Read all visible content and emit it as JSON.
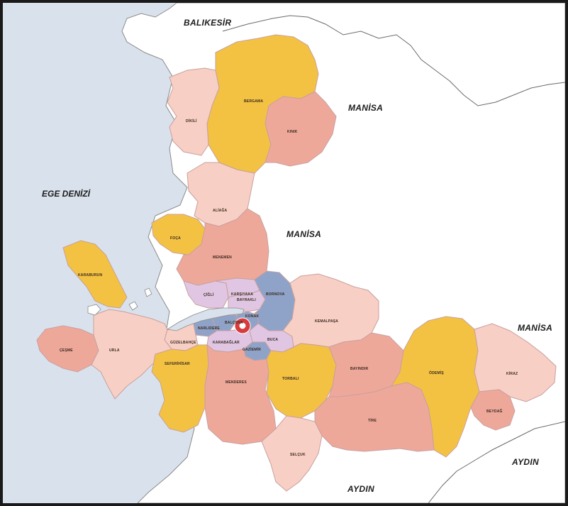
{
  "map": {
    "sea_label": "EGE DENİZİ",
    "neighbors": [
      {
        "key": "balikesir",
        "label": "BALIKESİR"
      },
      {
        "key": "manisa_n",
        "label": "MANİSA"
      },
      {
        "key": "manisa_c",
        "label": "MANİSA"
      },
      {
        "key": "manisa_e",
        "label": "MANİSA"
      },
      {
        "key": "aydin_s",
        "label": "AYDIN"
      },
      {
        "key": "aydin_e",
        "label": "AYDIN"
      }
    ],
    "districts": [
      {
        "key": "bergama",
        "label": "BERGAMA"
      },
      {
        "key": "kinik",
        "label": "KINIK"
      },
      {
        "key": "dikili",
        "label": "DİKİLİ"
      },
      {
        "key": "aliaga",
        "label": "ALİAĞA"
      },
      {
        "key": "foca",
        "label": "FOÇA"
      },
      {
        "key": "menemen",
        "label": "MENEMEN"
      },
      {
        "key": "karaburun",
        "label": "KARABURUN"
      },
      {
        "key": "cigli",
        "label": "ÇİĞLİ"
      },
      {
        "key": "karsiyaka",
        "label": "KARŞIYAKA"
      },
      {
        "key": "bayrakli",
        "label": "BAYRAKLI"
      },
      {
        "key": "bornova",
        "label": "BORNOVA"
      },
      {
        "key": "konak",
        "label": "KONAK"
      },
      {
        "key": "balcova",
        "label": "BALÇOVA"
      },
      {
        "key": "narlidere",
        "label": "NARLIDERE"
      },
      {
        "key": "karabaglar",
        "label": "KARABAĞLAR"
      },
      {
        "key": "gaziemir",
        "label": "GAZİEMİR"
      },
      {
        "key": "buca",
        "label": "BUCA"
      },
      {
        "key": "kemalpasa",
        "label": "KEMALPAŞA"
      },
      {
        "key": "guzelbahce",
        "label": "GÜZELBAHÇE"
      },
      {
        "key": "cesme",
        "label": "ÇEŞME"
      },
      {
        "key": "urla",
        "label": "URLA"
      },
      {
        "key": "seferihisar",
        "label": "SEFERİHİSAR"
      },
      {
        "key": "menderes",
        "label": "MENDERES"
      },
      {
        "key": "torbali",
        "label": "TORBALI"
      },
      {
        "key": "bayindir",
        "label": "BAYINDIR"
      },
      {
        "key": "odemis",
        "label": "ÖDEMİŞ"
      },
      {
        "key": "kiraz",
        "label": "KİRAZ"
      },
      {
        "key": "beydag",
        "label": "BEYDAĞ"
      },
      {
        "key": "tire",
        "label": "TİRE"
      },
      {
        "key": "selcuk",
        "label": "SELÇUK"
      }
    ],
    "colors": {
      "sea": "#d9e2ec",
      "land": "#ffffff",
      "yellow": "#f3c242",
      "pink_light": "#f8cfc4",
      "salmon": "#eea89a",
      "lilac": "#e0c6e2",
      "blue": "#8fa3c9",
      "marker": "#d93a3a"
    }
  }
}
